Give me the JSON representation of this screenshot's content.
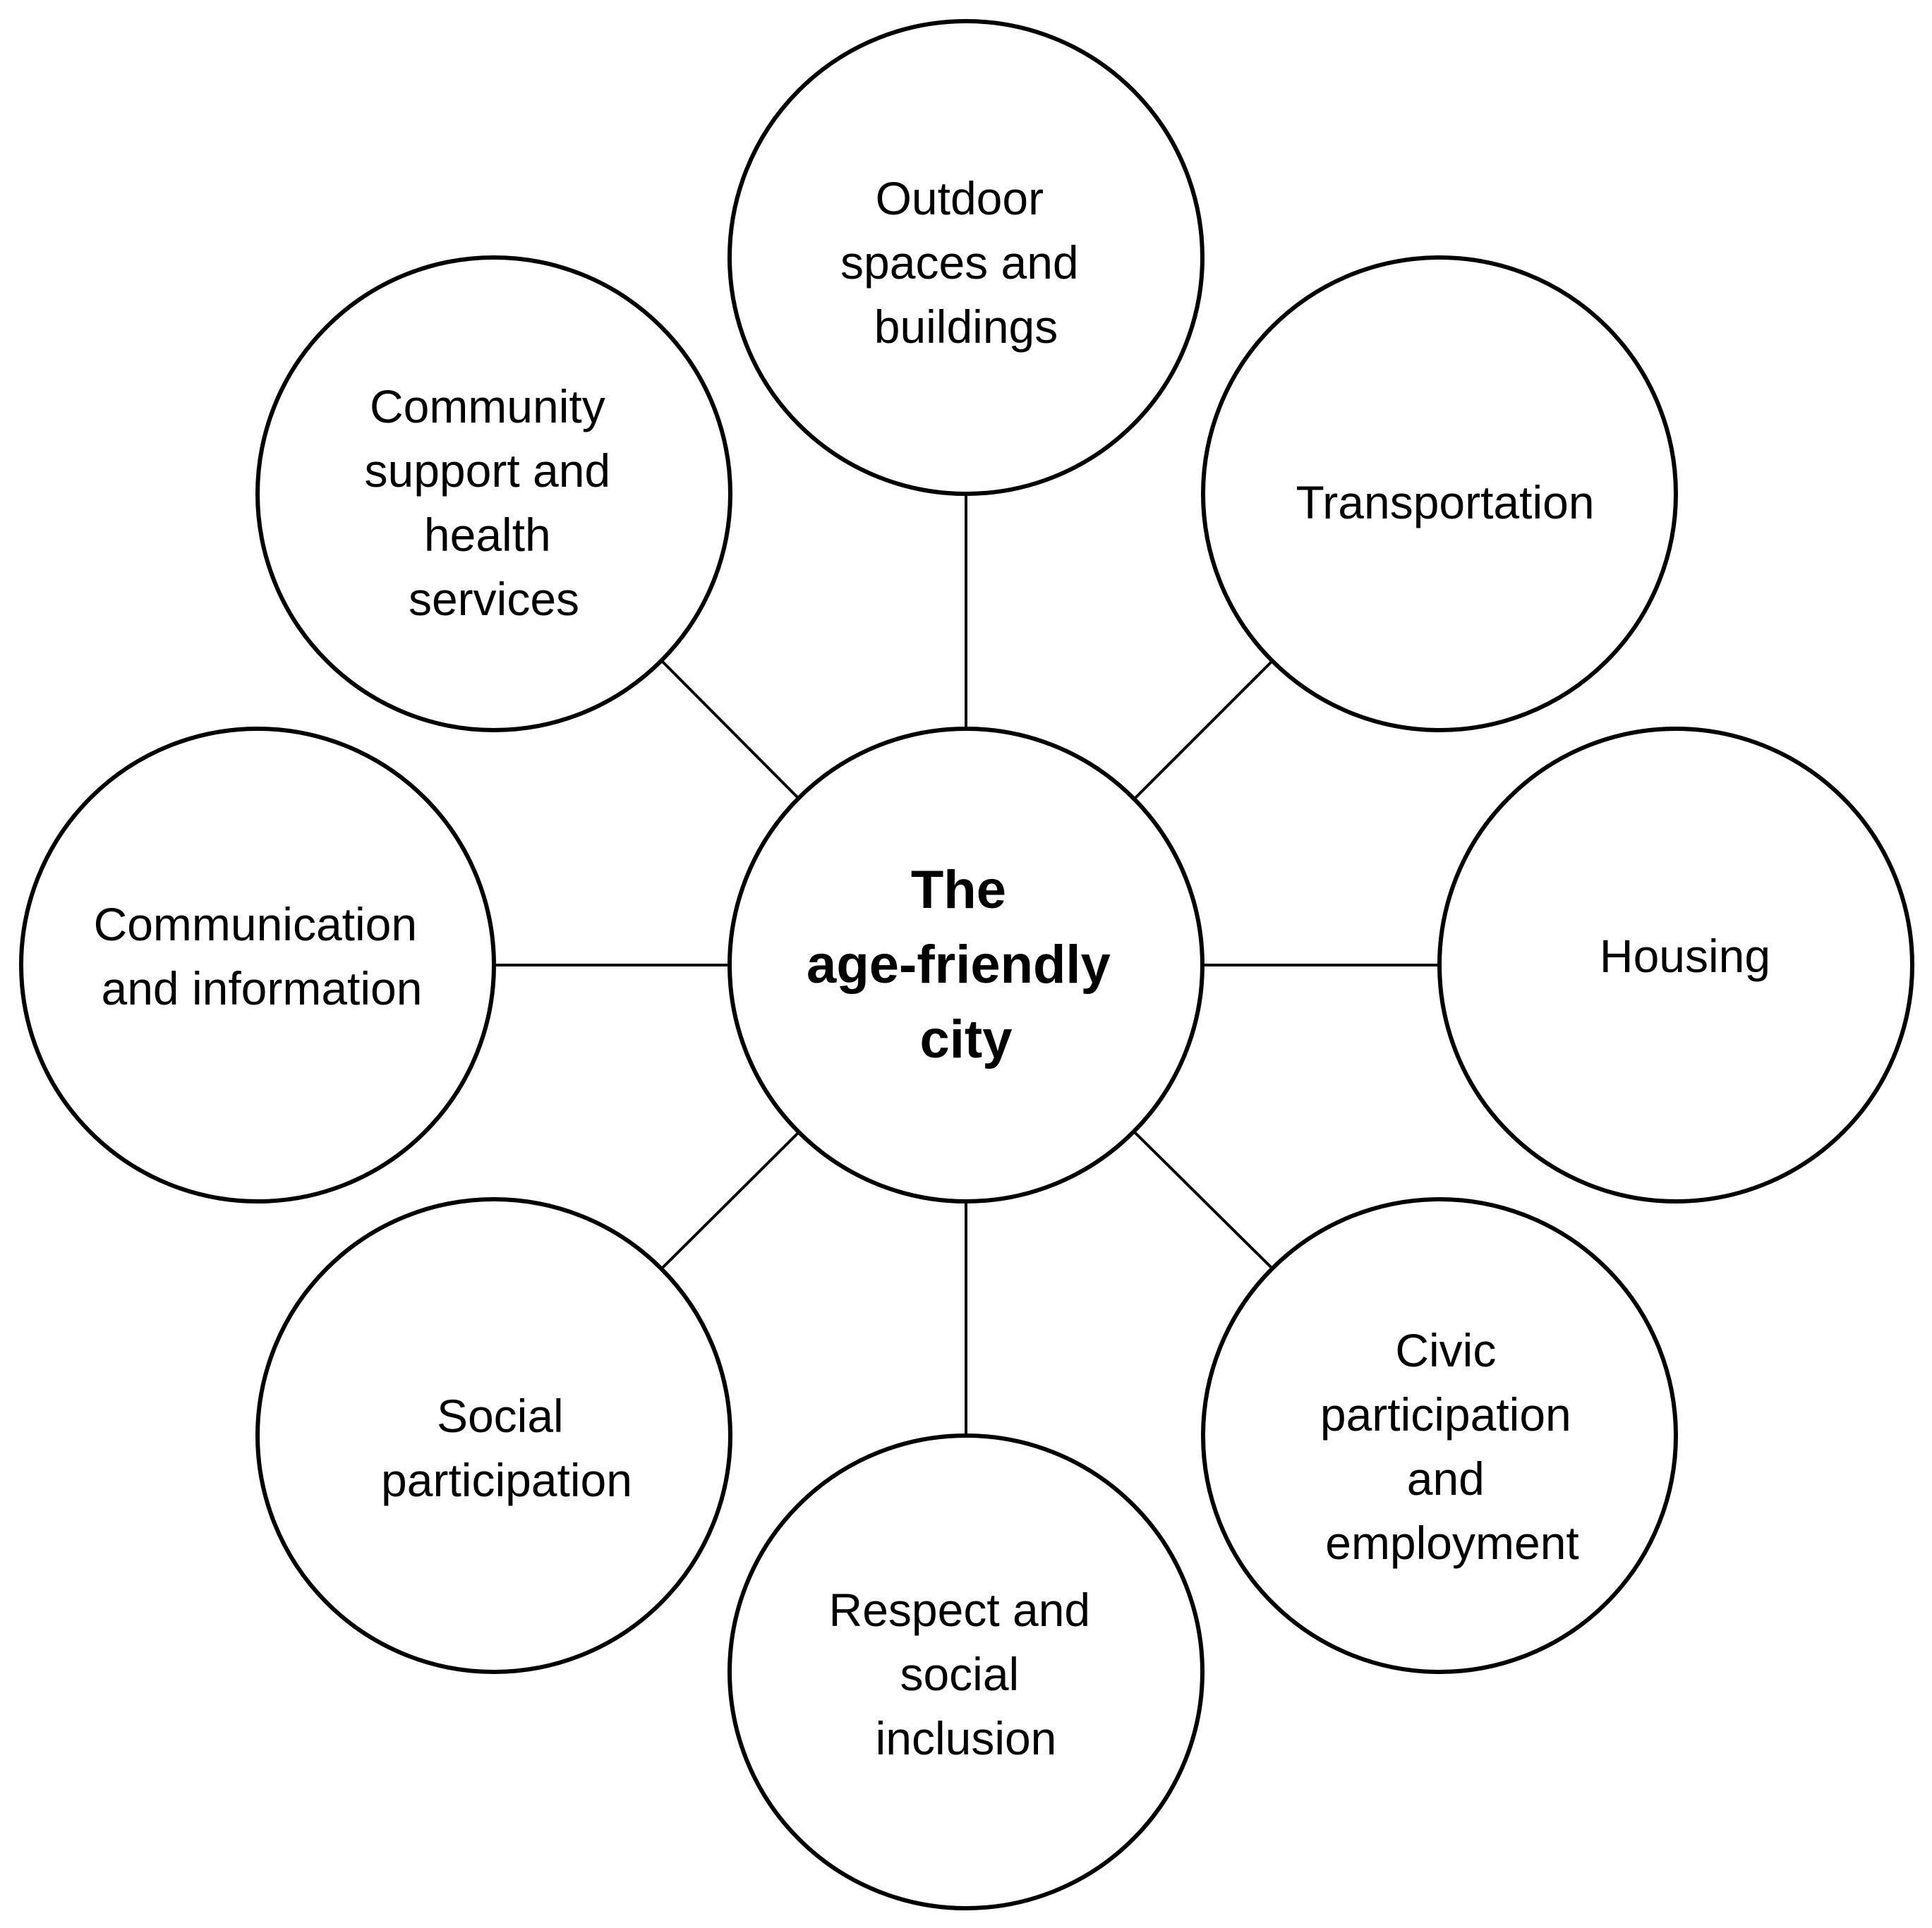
{
  "center": {
    "lines": [
      "The",
      "age-friendly",
      "city"
    ]
  },
  "nodes": [
    {
      "id": "outdoor",
      "lines": [
        "Outdoor",
        "spaces and",
        "buildings"
      ]
    },
    {
      "id": "transportation",
      "lines": [
        "Transportation"
      ]
    },
    {
      "id": "housing",
      "lines": [
        "Housing"
      ]
    },
    {
      "id": "civic",
      "lines": [
        "Civic",
        "participation",
        "and",
        "employment"
      ]
    },
    {
      "id": "respect",
      "lines": [
        "Respect and",
        "social",
        "inclusion"
      ]
    },
    {
      "id": "social",
      "lines": [
        "Social",
        "participation"
      ]
    },
    {
      "id": "communication",
      "lines": [
        "Communication",
        "and information"
      ]
    },
    {
      "id": "community",
      "lines": [
        "Community",
        "support and",
        "health",
        "services"
      ]
    }
  ]
}
